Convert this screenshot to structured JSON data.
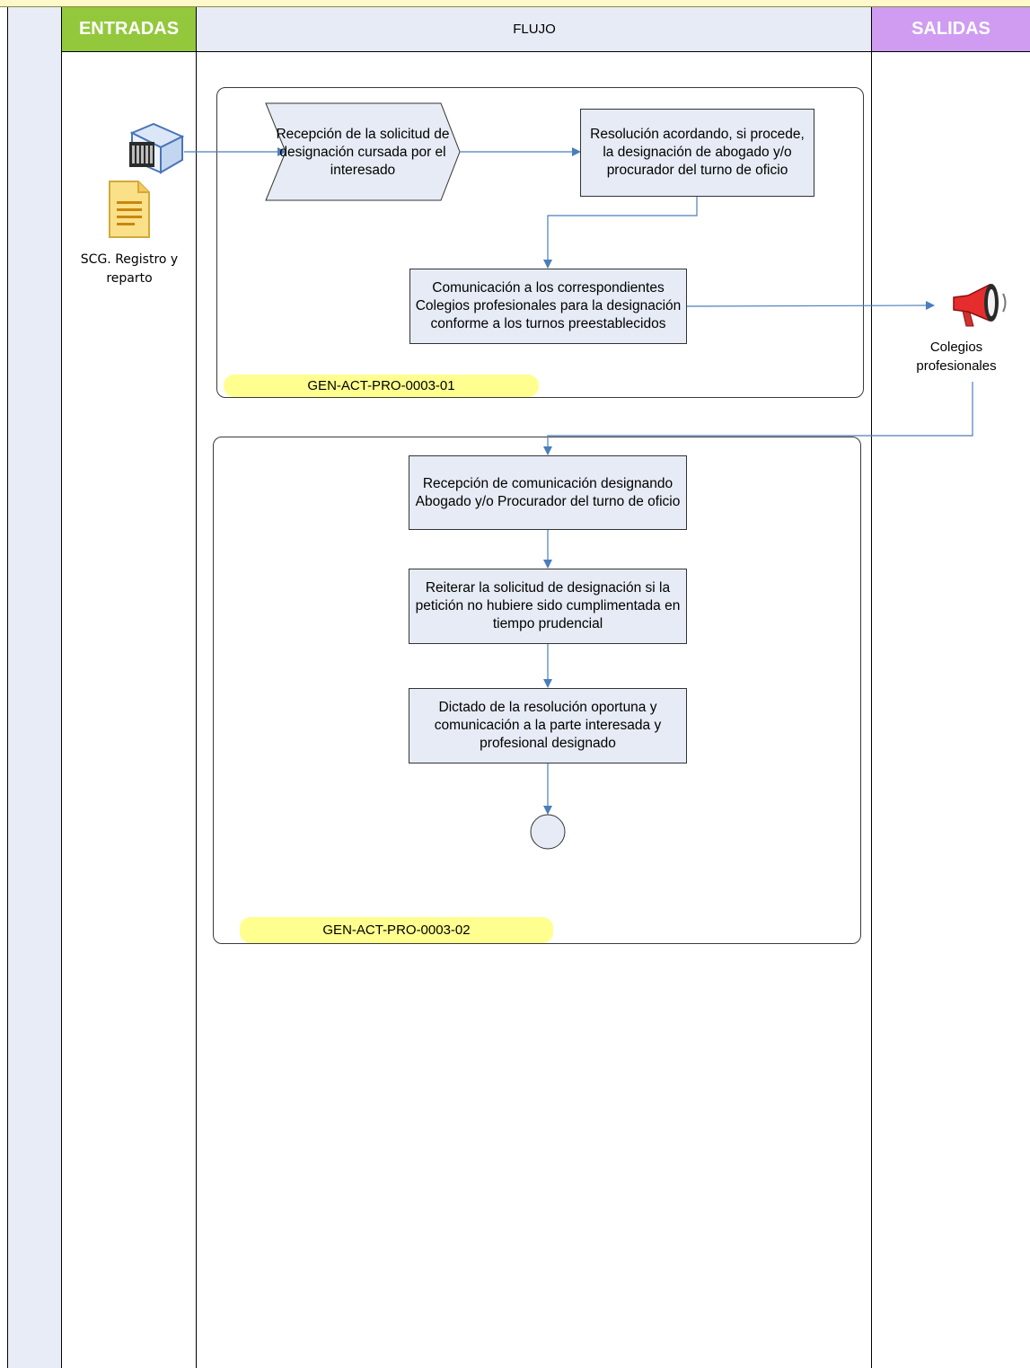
{
  "headers": {
    "entradas": "ENTRADAS",
    "flujo": "FLUJO",
    "salidas": "SALIDAS"
  },
  "inputs": {
    "source_label": "SCG. Registro y reparto"
  },
  "outputs": {
    "target_label": "Colegios profesionales"
  },
  "group1": {
    "tag": "GEN-ACT-PRO-0003-01",
    "step1": "Recepción de la solicitud de designación cursada por el interesado",
    "step2": "Resolución acordando, si procede, la designación de abogado y/o procurador del turno de oficio",
    "step3": "Comunicación a los correspondientes Colegios profesionales para la designación conforme a los turnos preestablecidos"
  },
  "group2": {
    "tag": "GEN-ACT-PRO-0003-02",
    "step1": "Recepción de comunicación designando Abogado y/o Procurador del turno de oficio",
    "step2": "Reiterar la solicitud de designación si la petición no hubiere sido cumplimentada en tiempo prudencial",
    "step3": "Dictado de la resolución oportuna y comunicación a la parte interesada y profesional designado"
  },
  "colors": {
    "entradas": "#93c83d",
    "salidas": "#cf9cf2",
    "flujo": "#e6ebf5",
    "connector": "#4a7ebb",
    "tag": "#ffff8f"
  },
  "icons": {
    "source": "server-icon",
    "document": "document-icon",
    "output": "megaphone-icon",
    "end": "end-circle"
  }
}
